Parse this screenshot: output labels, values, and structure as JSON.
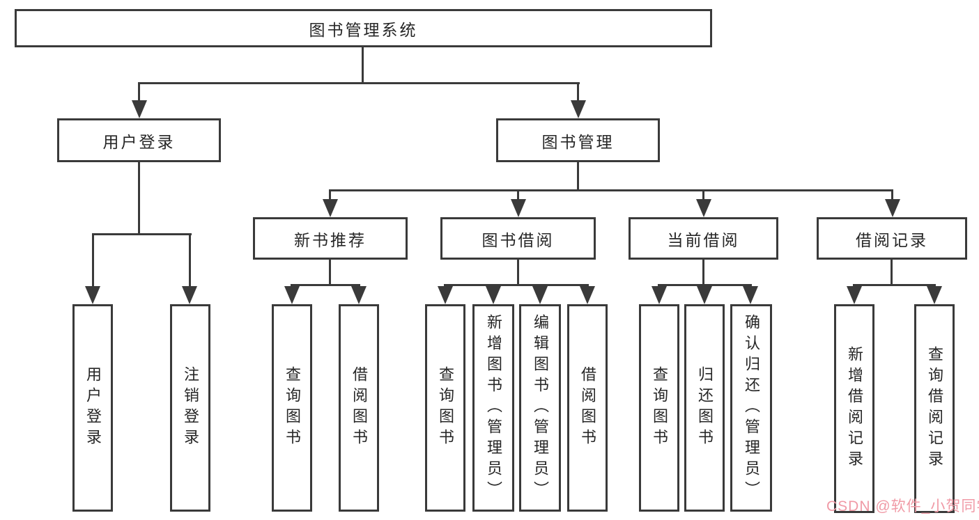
{
  "tree": {
    "root": {
      "label": "图书管理系统"
    },
    "level2": [
      {
        "label": "用户登录",
        "children": [
          {
            "label": "用户登录"
          },
          {
            "label": "注销登录"
          }
        ]
      },
      {
        "label": "图书管理",
        "children": [
          {
            "label": "新书推荐",
            "children": [
              {
                "label": "查询图书"
              },
              {
                "label": "借阅图书"
              }
            ]
          },
          {
            "label": "图书借阅",
            "children": [
              {
                "label": "查询图书"
              },
              {
                "label": "新增图书（管理员）"
              },
              {
                "label": "编辑图书（管理员）"
              },
              {
                "label": "借阅图书"
              }
            ]
          },
          {
            "label": "当前借阅",
            "children": [
              {
                "label": "查询图书"
              },
              {
                "label": "归还图书"
              },
              {
                "label": "确认归还（管理员）"
              }
            ]
          },
          {
            "label": "借阅记录",
            "children": [
              {
                "label": "新增借阅记录"
              },
              {
                "label": "查询借阅记录"
              }
            ]
          }
        ]
      }
    ]
  },
  "watermark": {
    "text": "CSDN @软件_小贺同学",
    "color": "#f09aa6"
  },
  "colors": {
    "line": "#3a3a3a",
    "text": "#262626",
    "background": "#ffffff"
  }
}
